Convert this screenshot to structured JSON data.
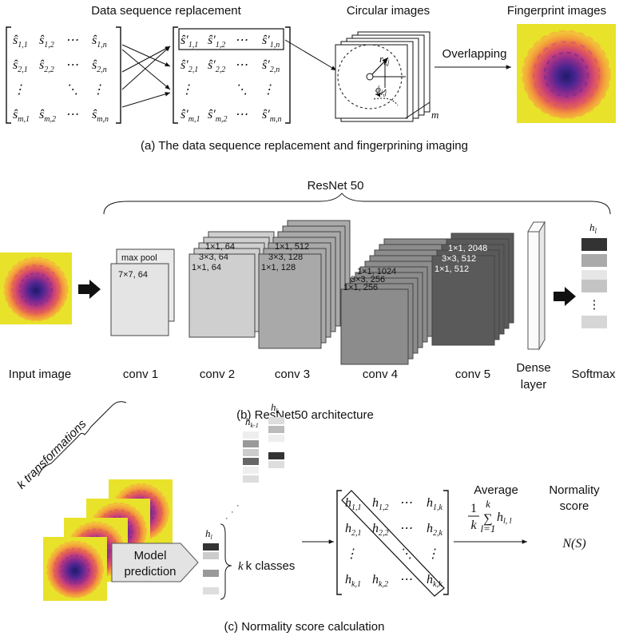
{
  "section_a": {
    "title_replacement": "Data sequence replacement",
    "title_circular": "Circular images",
    "title_fingerprint": "Fingerprint images",
    "overlapping": "Overlapping",
    "caption": "(a) The data sequence replacement and fingerprining imaging",
    "stack_label": "m",
    "r_label": "r",
    "r_sub": "i,j",
    "phi_label": "ϕ",
    "phi_sub": "i,j",
    "matrix_left": [
      [
        "ŝ1,1",
        "ŝ1,2",
        "⋯",
        "ŝ1,n"
      ],
      [
        "ŝ2,1",
        "ŝ2,2",
        "⋯",
        "ŝ2,n"
      ],
      [
        "⋮",
        "",
        "⋱",
        "⋮"
      ],
      [
        "ŝm,1",
        "ŝm,2",
        "⋯",
        "ŝm,n"
      ]
    ],
    "matrix_right": [
      [
        "ŝ′1,1",
        "ŝ′1,2",
        "⋯",
        "ŝ′1,n"
      ],
      [
        "ŝ′2,1",
        "ŝ′2,2",
        "⋯",
        "ŝ′2,n"
      ],
      [
        "⋮",
        "",
        "⋱",
        "⋮"
      ],
      [
        "ŝ′m,1",
        "ŝ′m,2",
        "⋯",
        "ŝ′m,n"
      ]
    ]
  },
  "section_b": {
    "title": "ResNet 50",
    "caption": "(b) ResNet50 architecture",
    "input_label": "Input image",
    "conv1": {
      "label": "conv 1",
      "pool": "max pool",
      "op": "7×7, 64"
    },
    "conv2": {
      "label": "conv 2",
      "ops": [
        "1×1, 64",
        "3×3, 64",
        "1×1, 64"
      ]
    },
    "conv3": {
      "label": "conv 3",
      "ops": [
        "1×1, 512",
        "3×3, 128",
        "1×1, 128"
      ]
    },
    "conv4": {
      "label": "conv 4",
      "ops": [
        "1×1, 1024",
        "3×3, 256",
        "1×1, 256"
      ]
    },
    "conv5": {
      "label": "conv 5",
      "ops": [
        "1×1, 2048",
        "3×3, 512",
        "1×1, 512"
      ]
    },
    "dense_line1": "Dense",
    "dense_line2": "layer",
    "softmax": "Softmax",
    "softmax_top": "h",
    "softmax_top_sub": "l",
    "softmax_dots": "⋮"
  },
  "section_c": {
    "k_transformations": "k transformations",
    "model_prediction_1": "Model",
    "model_prediction_2": "prediction",
    "k_classes": "k classes",
    "average": "Average",
    "normality_1": "Normality",
    "normality_2": "score",
    "normality_formula": "N(S)",
    "caption": "(c) Normality score calculation",
    "hist_labels": [
      "h",
      "h",
      "h"
    ],
    "hist_subs": [
      "l",
      "k-1",
      "k"
    ],
    "avg_formula_num": "1",
    "avg_formula_den": "k",
    "avg_sum_top": "k",
    "avg_sum_bot": "l=1",
    "avg_term": "h",
    "avg_term_sub": "l, l",
    "matrix_h": [
      [
        "h1,1",
        "h1,2",
        "⋯",
        "h1,k"
      ],
      [
        "h2,1",
        "h2,2",
        "⋯",
        "h2,k"
      ],
      [
        "⋮",
        "",
        "⋱",
        "⋮"
      ],
      [
        "hk,1",
        "hk,2",
        "⋯",
        "hk,k"
      ]
    ]
  },
  "colors": {
    "fp_bg": "#e8e22a",
    "fp_rings": [
      "#f29c3a",
      "#e86a52",
      "#c8407a",
      "#8f2b8f",
      "#5a2a8f",
      "#2b1f6f"
    ],
    "conv1": "#e6e6e6",
    "conv2": "#cfcfcf",
    "conv3": "#a9a9a9",
    "conv4": "#8c8c8c",
    "conv5": "#5a5a5a"
  }
}
